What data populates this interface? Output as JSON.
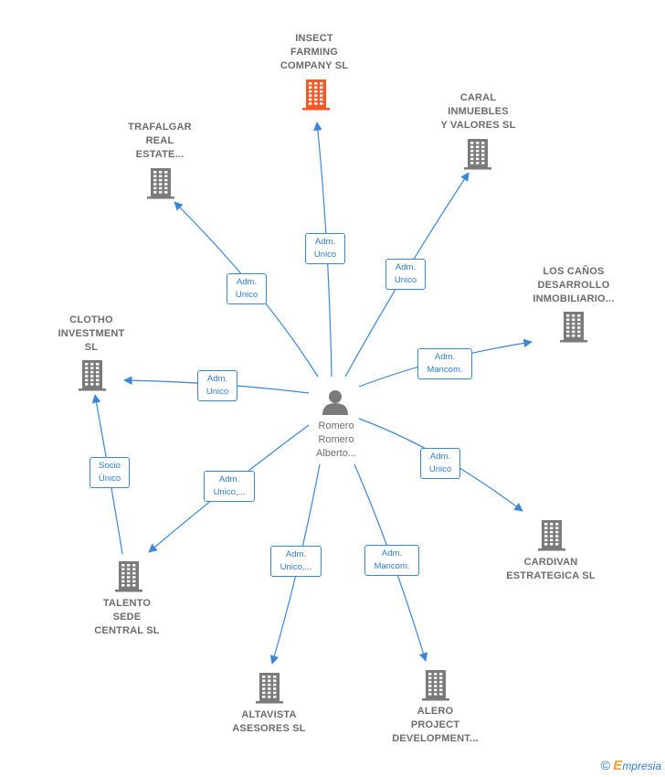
{
  "center": {
    "label": "Romero\nRomero\nAlberto..."
  },
  "companies": [
    {
      "id": "insect",
      "label": "INSECT\nFARMING\nCOMPANY SL",
      "highlight": true
    },
    {
      "id": "caral",
      "label": "CARAL\nINMUEBLES\nY VALORES SL",
      "highlight": false
    },
    {
      "id": "trafalgar",
      "label": "TRAFALGAR\nREAL\nESTATE...",
      "highlight": false
    },
    {
      "id": "loscanos",
      "label": "LOS CAÑOS\nDESARROLLO\nINMOBILIARIO...",
      "highlight": false
    },
    {
      "id": "clotho",
      "label": "CLOTHO\nINVESTMENT\nSL",
      "highlight": false
    },
    {
      "id": "cardivan",
      "label": "CARDIVAN\nESTRATEGICA SL",
      "highlight": false
    },
    {
      "id": "talento",
      "label": "TALENTO\nSEDE\nCENTRAL SL",
      "highlight": false
    },
    {
      "id": "altavista",
      "label": "ALTAVISTA\nASESORES SL",
      "highlight": false
    },
    {
      "id": "alero",
      "label": "ALERO\nPROJECT\nDEVELOPMENT...",
      "highlight": false
    }
  ],
  "edges": [
    {
      "from": "center",
      "to": "insect",
      "label": "Adm.\nUnico"
    },
    {
      "from": "center",
      "to": "caral",
      "label": "Adm.\nUnico"
    },
    {
      "from": "center",
      "to": "trafalgar",
      "label": "Adm.\nUnico"
    },
    {
      "from": "center",
      "to": "loscanos",
      "label": "Adm.\nMancom."
    },
    {
      "from": "center",
      "to": "clotho",
      "label": "Adm.\nUnico"
    },
    {
      "from": "center",
      "to": "cardivan",
      "label": "Adm.\nUnico"
    },
    {
      "from": "center",
      "to": "talento",
      "label": "Adm.\nUnico,..."
    },
    {
      "from": "center",
      "to": "altavista",
      "label": "Adm.\nUnico,..."
    },
    {
      "from": "center",
      "to": "alero",
      "label": "Adm.\nMancom."
    },
    {
      "from": "talento",
      "to": "clotho",
      "label": "Socio\nÚnico"
    }
  ],
  "colors": {
    "edge": "#3b86d6",
    "building": "#7a7a7a",
    "highlight": "#f05a28",
    "person": "#7a7a7a"
  },
  "footer": {
    "copyright": "©",
    "brand_initial": "E",
    "brand_rest": "mpresia"
  }
}
